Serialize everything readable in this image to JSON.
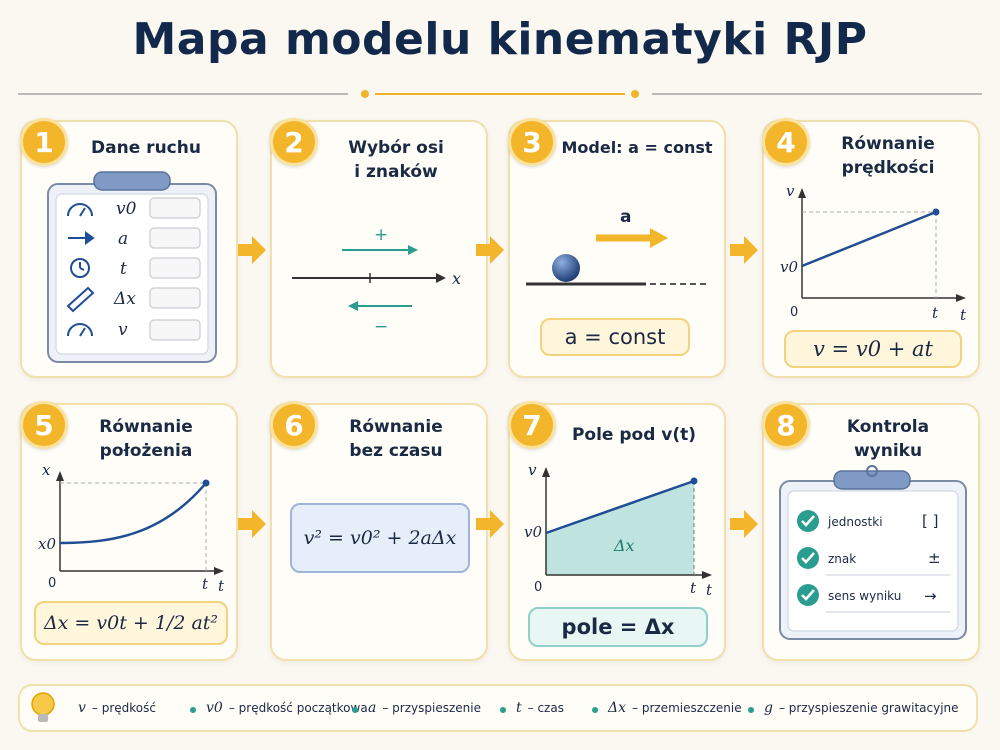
{
  "title": "Mapa modelu kinematyki RJP",
  "colors": {
    "accent": "#f3b52a",
    "navy": "#13294b",
    "teal": "#2a9d8f",
    "blue": "#1f4e96",
    "card_border": "#f2dfae"
  },
  "cards": [
    {
      "number": "1",
      "title": "Dane ruchu",
      "rows": [
        {
          "icon": "speedometer-icon",
          "symbol": "v0"
        },
        {
          "icon": "arrow-right-icon",
          "symbol": "a"
        },
        {
          "icon": "clock-icon",
          "symbol": "t"
        },
        {
          "icon": "ruler-icon",
          "symbol": "Δx"
        },
        {
          "icon": "speedometer-icon",
          "symbol": "v"
        }
      ]
    },
    {
      "number": "2",
      "title_line1": "Wybór osi",
      "title_line2": "i znaków",
      "plus": "+",
      "minus": "−",
      "axis": "x"
    },
    {
      "number": "3",
      "title": "Model: a = const",
      "arrow_label": "a",
      "formula": "a = const"
    },
    {
      "number": "4",
      "title_line1": "Równanie",
      "title_line2": "prędkości",
      "y_axis": "v",
      "x_axis": "t",
      "origin": "0",
      "y0_label": "v0",
      "x_tick": "t",
      "formula": "v = v0 + at"
    },
    {
      "number": "5",
      "title_line1": "Równanie",
      "title_line2": "położenia",
      "y_axis": "x",
      "x_axis": "t",
      "origin": "0",
      "y0_label": "x0",
      "x_tick": "t",
      "formula": "Δx = v0t + 1/2 at²"
    },
    {
      "number": "6",
      "title_line1": "Równanie",
      "title_line2": "bez czasu",
      "formula": "v² = v0² + 2aΔx"
    },
    {
      "number": "7",
      "title": "Pole pod v(t)",
      "y_axis": "v",
      "x_axis": "t",
      "origin": "0",
      "y0_label": "v0",
      "x_tick": "t",
      "area_label": "Δx",
      "formula": "pole = Δx"
    },
    {
      "number": "8",
      "title_line1": "Kontrola",
      "title_line2": "wyniku",
      "checks": [
        {
          "label": "jednostki",
          "mark": "[ ]"
        },
        {
          "label": "znak",
          "mark": "±"
        },
        {
          "label": "sens wyniku",
          "mark": "→"
        }
      ]
    }
  ],
  "legend": [
    {
      "symbol": "v",
      "text": "– prędkość"
    },
    {
      "symbol": "v0",
      "text": "– prędkość początkowa"
    },
    {
      "symbol": "a",
      "text": "– przyspieszenie"
    },
    {
      "symbol": "t",
      "text": "– czas"
    },
    {
      "symbol": "Δx",
      "text": "– przemieszczenie"
    },
    {
      "symbol": "g",
      "text": "– przyspieszenie grawitacyjne"
    }
  ]
}
